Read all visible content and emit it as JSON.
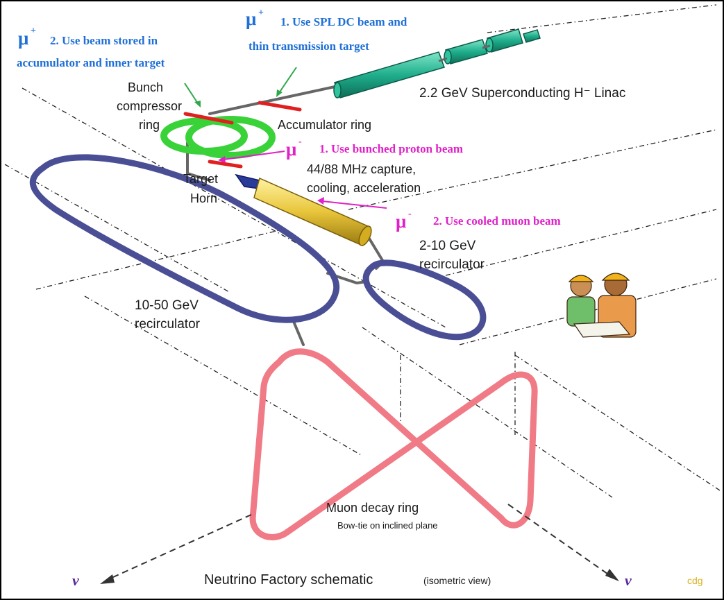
{
  "colors": {
    "linac": "#1fae8c",
    "accumulator": "#39d239",
    "recirculator": "#4a4f95",
    "decay_ring": "#f07a86",
    "capture": "#e8c53a",
    "blue_text": "#1f6fd6",
    "magenta_text": "#e020c8",
    "purple_text": "#5a2a9a",
    "target_marker": "#e02020"
  },
  "muon_options": {
    "spl": {
      "symbol": "μ",
      "sup": "+",
      "line1": "1. Use SPL DC beam and",
      "line2": "thin transmission target"
    },
    "accumulator": {
      "symbol": "μ",
      "sup": "+",
      "line1": "2. Use beam stored in",
      "line2": "accumulator and inner target"
    },
    "bunched": {
      "symbol": "μ",
      "sup": "-",
      "line1": "1. Use bunched proton beam"
    },
    "cooled": {
      "symbol": "μ",
      "sup": "-",
      "line1": "2. Use cooled muon beam"
    }
  },
  "labels": {
    "linac": "2.2 GeV Superconducting H⁻ Linac",
    "bunch_compressor_1": "Bunch",
    "bunch_compressor_2": "compressor",
    "bunch_compressor_3": "ring",
    "accumulator": "Accumulator ring",
    "capture_1": "44/88 MHz capture,",
    "capture_2": "cooling, acceleration",
    "target": "Target",
    "horn": "Horn",
    "recirc_small_1": "2-10  GeV",
    "recirc_small_2": "recirculator",
    "recirc_large_1": "10-50  GeV",
    "recirc_large_2": "recirculator",
    "decay_ring": "Muon decay ring",
    "decay_ring_sub": "Bow-tie on inclined plane",
    "caption": "Neutrino Factory schematic",
    "caption_note": "(isometric view)",
    "nu_left": "ν",
    "nu_right": "ν",
    "credit": "cdg"
  }
}
